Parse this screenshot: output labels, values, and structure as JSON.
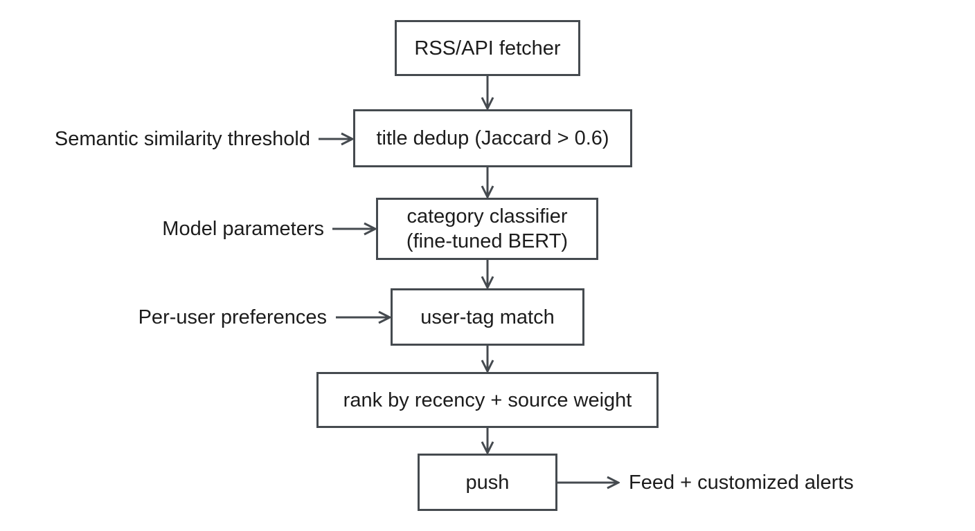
{
  "nodes": {
    "fetcher": {
      "label": "RSS/API fetcher"
    },
    "dedup": {
      "label": "title dedup (Jaccard > 0.6)"
    },
    "classifier": {
      "line1": "category classifier",
      "line2": "(fine-tuned BERT)"
    },
    "tag_match": {
      "label": "user-tag match"
    },
    "rank": {
      "label": "rank by recency + source weight"
    },
    "push": {
      "label": "push"
    }
  },
  "inputs": {
    "dedup_input": "Semantic similarity threshold",
    "classifier_input": "Model parameters",
    "tag_match_input": "Per-user preferences"
  },
  "outputs": {
    "push_output": "Feed + customized alerts"
  },
  "colors": {
    "border": "#454a4f",
    "text": "#1c1c1c",
    "background": "#ffffff"
  }
}
